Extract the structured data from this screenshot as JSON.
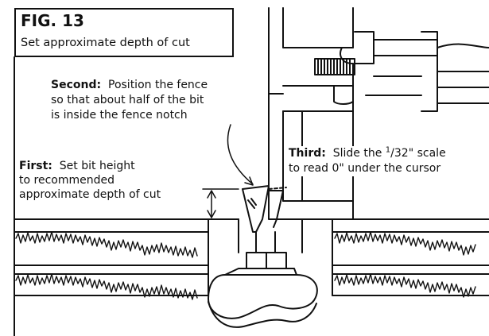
{
  "figure": {
    "number": "FIG. 13",
    "caption": "Set approximate depth of cut"
  },
  "notes": {
    "second": {
      "label": "Second:",
      "line1": "Position the fence",
      "line2": "so that about half of the bit",
      "line3": "is inside the fence notch"
    },
    "first": {
      "label": "First:",
      "line1": "Set bit height",
      "line2": "to recommended",
      "line3": "approximate depth of cut"
    },
    "third": {
      "label": "Third:",
      "line1_pre": "Slide the ",
      "fraction_num": "1",
      "fraction_den": "/32\"",
      "line1_post": "  scale",
      "line2": "to read 0\" under the cursor"
    }
  }
}
